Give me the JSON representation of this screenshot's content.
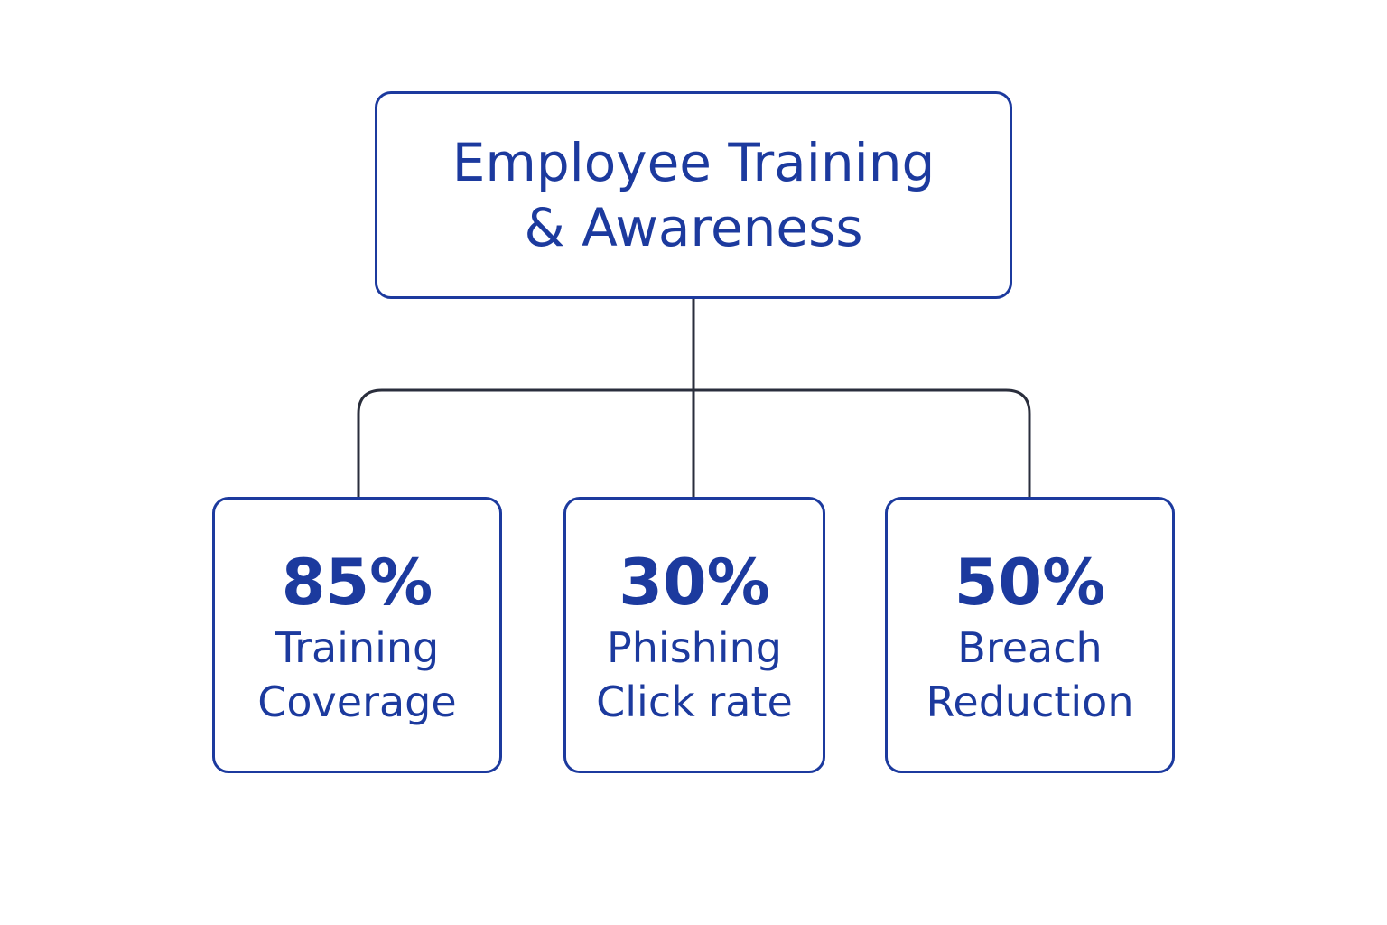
{
  "root": {
    "title": "Employee Training & Awareness"
  },
  "metrics": [
    {
      "value": "85%",
      "label": "Training Coverage"
    },
    {
      "value": "30%",
      "label": "Phishing Click rate"
    },
    {
      "value": "50%",
      "label": "Breach Reduction"
    }
  ],
  "colors": {
    "node_border": "#1c3a9e",
    "node_text": "#1c3a9e",
    "connector": "#2a2e3c",
    "background": "#ffffff"
  }
}
